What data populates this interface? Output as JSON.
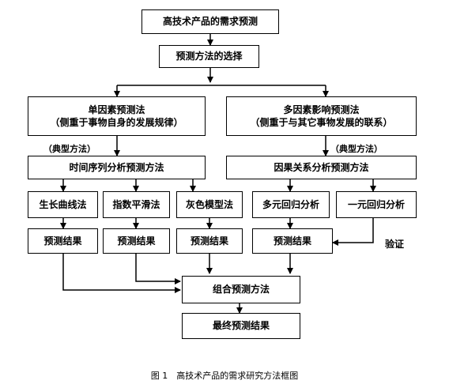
{
  "nodes": {
    "top": "高技术产品的需求预测",
    "select": "预测方法的选择",
    "single_title": "单因素预测法",
    "single_sub": "（侧重于事物自身的发展规律）",
    "multi_title": "多因素影响预测法",
    "multi_sub": "（侧重于与其它事物发展的联系）",
    "time_series": "时间序列分析预测方法",
    "causal": "因果关系分析预测方法",
    "growth": "生长曲线法",
    "smoothing": "指数平滑法",
    "grey": "灰色模型法",
    "multi_reg": "多元回归分析",
    "uni_reg": "一元回归分析",
    "result1": "预测结果",
    "result2": "预测结果",
    "result3": "预测结果",
    "result4": "预测结果",
    "combo": "组合预测方法",
    "final": "最终预测结果"
  },
  "labels": {
    "typical_left": "（典型方法）",
    "typical_right": "（典型方法）",
    "verify": "验证"
  },
  "caption": "图 1　高技术产品的需求研究方法框图"
}
